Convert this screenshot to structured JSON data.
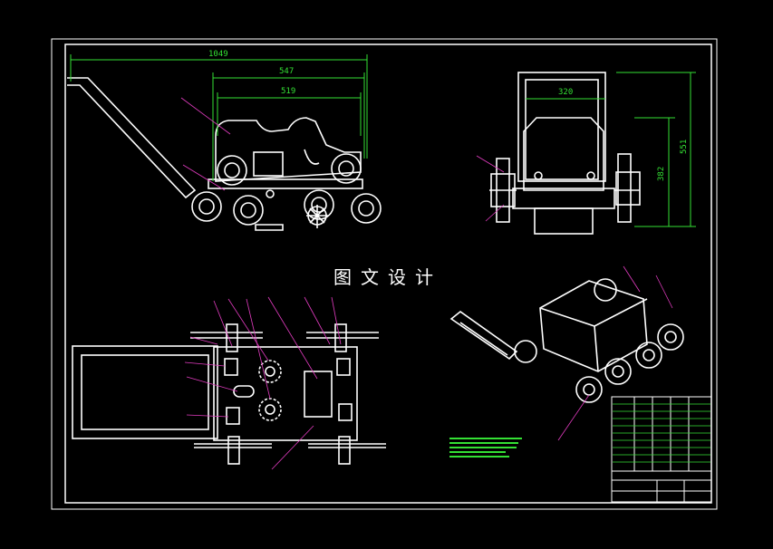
{
  "watermark": "图文设计",
  "dimensions": {
    "total_length": "1049",
    "length_547": "547",
    "length_519": "519",
    "width_320": "320",
    "height_382": "382",
    "height_551": "551"
  },
  "colors": {
    "background": "#000000",
    "lines": "#ffffff",
    "dimension": "#34e034",
    "leader": "#e23cc0"
  }
}
